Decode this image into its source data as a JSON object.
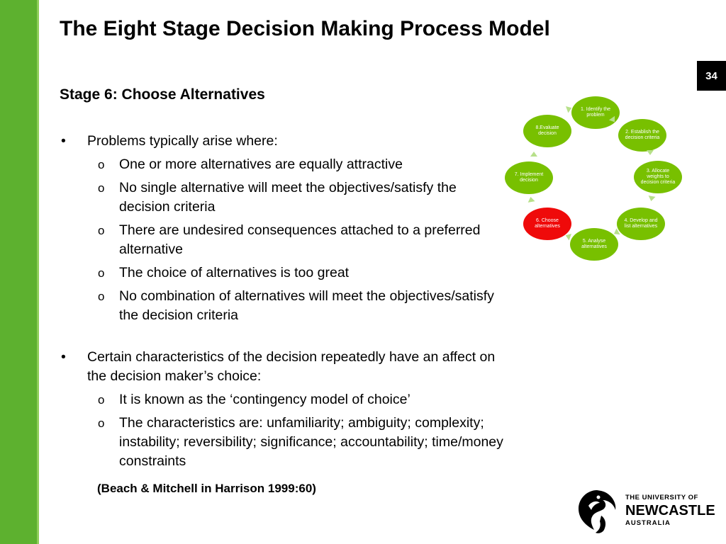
{
  "slide": {
    "title": "The Eight Stage Decision Making Process Model",
    "page_number": "34",
    "subtitle": "Stage 6: Choose Alternatives",
    "bullets": [
      {
        "text": "Problems typically arise where:",
        "sub": [
          "One or more alternatives are equally attractive",
          "No single alternative will meet the objectives/satisfy the decision criteria",
          "There are undesired consequences attached to a preferred alternative",
          "The choice of alternatives is too great",
          "No combination of alternatives will meet the objectives/satisfy the decision criteria"
        ]
      },
      {
        "text": "Certain characteristics of the decision repeatedly have an affect on the decision maker’s choice:",
        "sub": [
          "It is known as the ‘contingency model of choice’",
          "The characteristics are: unfamiliarity; ambiguity; complexity; instability; reversibility; significance; accountability; time/money constraints"
        ]
      }
    ],
    "bullet_mark": "•",
    "sub_mark": "o",
    "citation": "(Beach & Mitchell in Harrison 1999:60)"
  },
  "diagram": {
    "stages": [
      "1. Identify the problem",
      "2. Establish the decision criteria",
      "3. Allocate weights to decision criteria",
      "4. Develop and list alternatives",
      "5. Analyse alternatives",
      "6. Choose alternatives",
      "7. Implement decision",
      "8.Evaluate decision"
    ],
    "active_stage": "6. Choose alternatives",
    "node_color": "#78c000",
    "active_color": "#ef0a0a",
    "arrow_color": "#b7e08a"
  },
  "logo": {
    "line1": "THE UNIVERSITY OF",
    "line2": "NEWCASTLE",
    "line3": "AUSTRALIA",
    "icon": "seahorse-icon"
  },
  "theme": {
    "accent": "#5db12f"
  }
}
